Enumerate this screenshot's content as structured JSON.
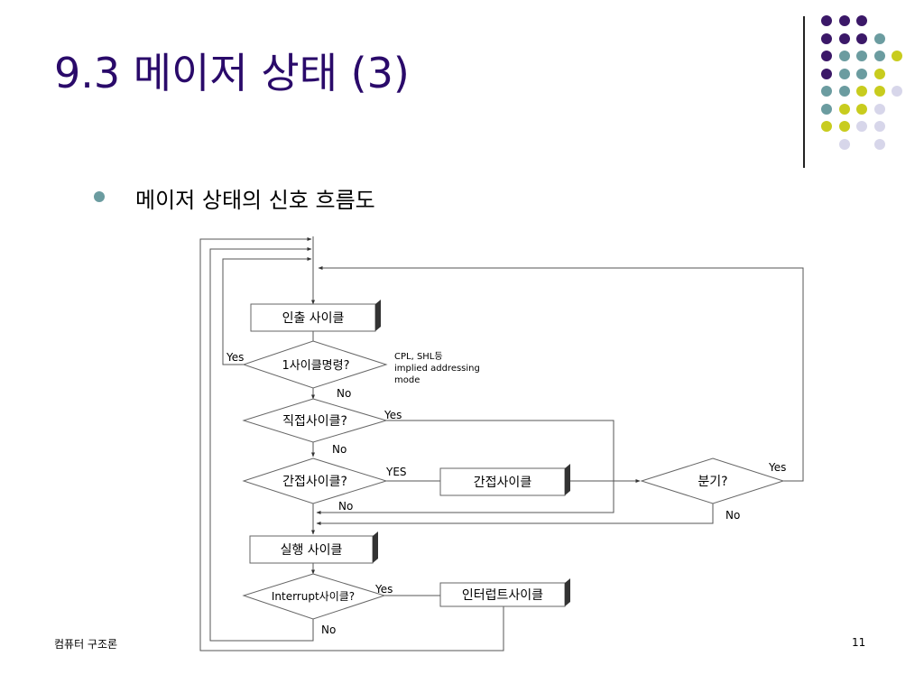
{
  "header": {
    "title": "9.3 메이저 상태 (3)"
  },
  "content": {
    "bullet": "메이저 상태의 신호 흐름도"
  },
  "footer": {
    "left": "컴퓨터 구조론",
    "page": "11"
  },
  "colors": {
    "purple": "#3b1868",
    "teal": "#6b9ca0",
    "yellow": "#c8cc1e",
    "lavender": "#d7d6ea"
  },
  "decoration": {
    "dots": [
      [
        "purple",
        "purple",
        "purple",
        "",
        ""
      ],
      [
        "purple",
        "purple",
        "purple",
        "teal",
        ""
      ],
      [
        "purple",
        "teal",
        "teal",
        "teal",
        "yellow"
      ],
      [
        "purple",
        "teal",
        "teal",
        "yellow",
        ""
      ],
      [
        "teal",
        "teal",
        "yellow",
        "yellow",
        "lavender"
      ],
      [
        "teal",
        "yellow",
        "yellow",
        "lavender",
        ""
      ],
      [
        "yellow",
        "yellow",
        "lavender",
        "lavender",
        ""
      ],
      [
        "",
        "lavender",
        "",
        "lavender",
        ""
      ]
    ]
  },
  "diagram": {
    "fetch": "인출 사이클",
    "q_one_cycle": "1사이클명령?",
    "note": [
      "CPL, SHL등",
      "implied addressing",
      "mode"
    ],
    "q_direct": "직접사이클?",
    "q_indirect": "간접사이클?",
    "indirect": "간접사이클",
    "q_branch": "분기?",
    "execute": "실행 사이클",
    "q_interrupt": "Interrupt사이클?",
    "interrupt": "인터럽트사이클",
    "yes": "Yes",
    "YES": "YES",
    "no": "No"
  }
}
